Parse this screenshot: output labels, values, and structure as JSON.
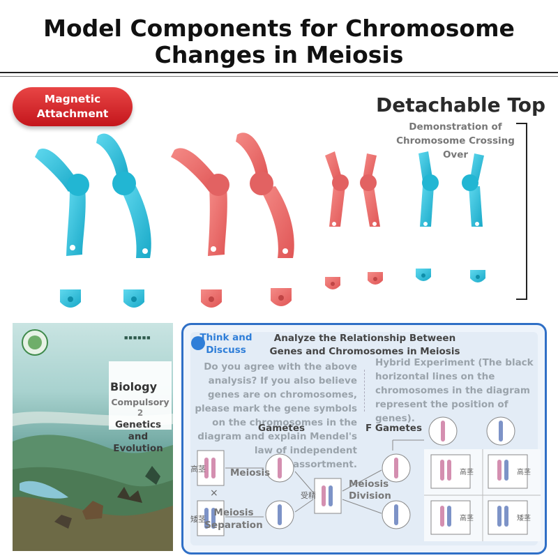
{
  "title_line1": "Model Components for Chromosome",
  "title_line2": "Changes in Meiosis",
  "magnetic": {
    "line1": "Magnetic",
    "line2": "Attachment"
  },
  "detachable": {
    "title": "Detachable Top",
    "sub_line1": "Demonstration of",
    "sub_line2": "Chromosome Crossing",
    "sub_line3": "Over"
  },
  "colors": {
    "cyan": "#2ec3df",
    "salmon": "#ee6a6a",
    "badge_red": "#d41f26",
    "panel_blue": "#2f6fc6"
  },
  "book": {
    "title": "Biology",
    "line1": "Compulsory",
    "line2": "2",
    "sub_line1": "Genetics",
    "sub_line2": "and",
    "sub_line3": "Evolution"
  },
  "panel": {
    "think_line1": "Think and",
    "think_line2": "Discuss",
    "analyze_line1": "Analyze the Relationship Between",
    "analyze_line2": "Genes and Chromosomes in Meiosis",
    "question_lines": [
      "Do you agree with the above",
      "analysis? If you also believe",
      "genes are on chromosomes,",
      "please mark the gene symbols",
      "on the chromosomes in the",
      "diagram and explain Mendel's",
      "law of independent",
      "assortment."
    ],
    "hybrid_lines": [
      "Hybrid Experiment (The black",
      "horizontal lines on the",
      "chromosomes in the diagram",
      "represent the position of",
      "genes)."
    ],
    "gametes_label": "Gametes",
    "f_gametes_label": "F Gametes",
    "meiosis_label": "Meiosis",
    "meiosis_division_line1": "Meiosis",
    "meiosis_division_line2": "Division",
    "meiosis_separation_line1": "Meiosis",
    "meiosis_separation_line2": "Separation"
  }
}
